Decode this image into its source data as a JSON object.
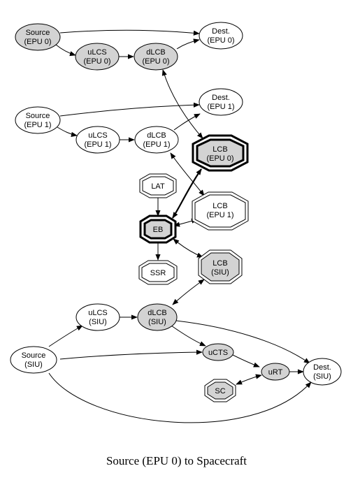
{
  "colors": {
    "filled": "#d3d3d3",
    "empty": "#ffffff",
    "stroke": "#000000"
  },
  "caption": "Source (EPU 0) to Spacecraft",
  "nodes": {
    "source_epu0": {
      "line1": "Source",
      "line2": "(EPU 0)",
      "shape": "ellipse",
      "filled": true
    },
    "ulcs_epu0": {
      "line1": "uLCS",
      "line2": "(EPU 0)",
      "shape": "ellipse",
      "filled": true
    },
    "dlcb_epu0": {
      "line1": "dLCB",
      "line2": "(EPU 0)",
      "shape": "ellipse",
      "filled": true
    },
    "dest_epu0": {
      "line1": "Dest.",
      "line2": "(EPU 0)",
      "shape": "ellipse",
      "filled": false
    },
    "source_epu1": {
      "line1": "Source",
      "line2": "(EPU 1)",
      "shape": "ellipse",
      "filled": false
    },
    "ulcs_epu1": {
      "line1": "uLCS",
      "line2": "(EPU 1)",
      "shape": "ellipse",
      "filled": false
    },
    "dlcb_epu1": {
      "line1": "dLCB",
      "line2": "(EPU 1)",
      "shape": "ellipse",
      "filled": false
    },
    "dest_epu1": {
      "line1": "Dest.",
      "line2": "(EPU 1)",
      "shape": "ellipse",
      "filled": false
    },
    "lcb_epu0": {
      "line1": "LCB",
      "line2": "(EPU 0)",
      "shape": "octagon",
      "filled": true,
      "bold": true
    },
    "lcb_epu1": {
      "line1": "LCB",
      "line2": "(EPU 1)",
      "shape": "octagon",
      "filled": false
    },
    "lcb_siu": {
      "line1": "LCB",
      "line2": "(SIU)",
      "shape": "octagon",
      "filled": true
    },
    "lat": {
      "line1": "LAT",
      "shape": "octagon",
      "filled": false
    },
    "eb": {
      "line1": "EB",
      "shape": "octagon",
      "filled": true,
      "bold": true
    },
    "ssr": {
      "line1": "SSR",
      "shape": "octagon",
      "filled": false
    },
    "ulcs_siu": {
      "line1": "uLCS",
      "line2": "(SIU)",
      "shape": "ellipse",
      "filled": false
    },
    "dlcb_siu": {
      "line1": "dLCB",
      "line2": "(SIU)",
      "shape": "ellipse",
      "filled": true
    },
    "source_siu": {
      "line1": "Source",
      "line2": "(SIU)",
      "shape": "ellipse",
      "filled": false
    },
    "ucts": {
      "line1": "uCTS",
      "shape": "ellipse",
      "filled": true
    },
    "urt": {
      "line1": "uRT",
      "shape": "ellipse",
      "filled": true
    },
    "dest_siu": {
      "line1": "Dest.",
      "line2": "(SIU)",
      "shape": "ellipse",
      "filled": false
    },
    "sc": {
      "line1": "SC",
      "shape": "octagon",
      "filled": true
    }
  }
}
